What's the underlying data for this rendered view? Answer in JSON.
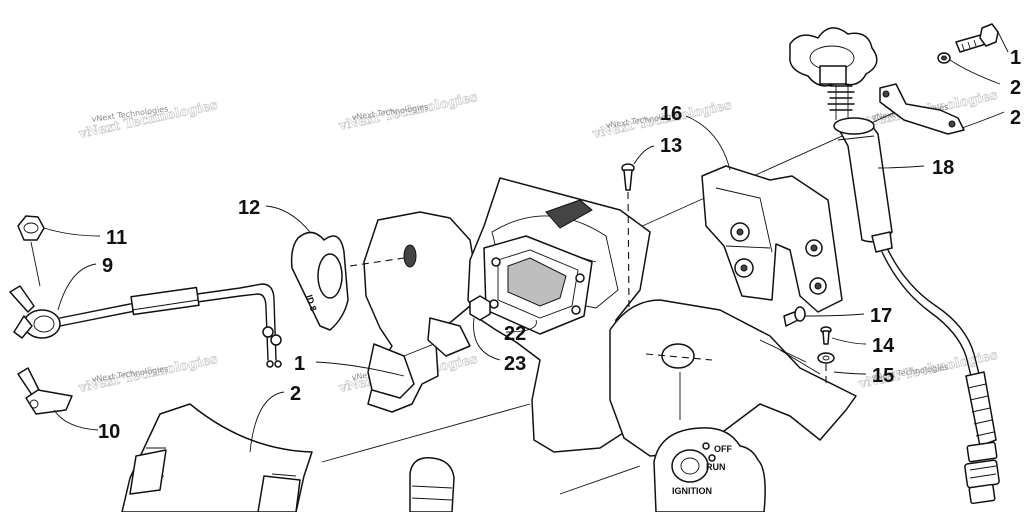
{
  "watermark_text": "vNext Technologies",
  "ignition_switch": {
    "off_label": "OFF",
    "run_label": "RUN",
    "ignition_label": "IGNITION"
  },
  "callouts": [
    {
      "id": "c1-top",
      "text": "1"
    },
    {
      "id": "c2-top-washer",
      "text": "2"
    },
    {
      "id": "c2-top-clamp",
      "text": "2"
    },
    {
      "id": "c16",
      "text": "16"
    },
    {
      "id": "c13",
      "text": "13"
    },
    {
      "id": "c18",
      "text": "18"
    },
    {
      "id": "c12",
      "text": "12"
    },
    {
      "id": "c11",
      "text": "11"
    },
    {
      "id": "c9",
      "text": "9"
    },
    {
      "id": "c17",
      "text": "17"
    },
    {
      "id": "c14",
      "text": "14"
    },
    {
      "id": "c15",
      "text": "15"
    },
    {
      "id": "c22",
      "text": "22"
    },
    {
      "id": "c23",
      "text": "23"
    },
    {
      "id": "c1-mid",
      "text": "1"
    },
    {
      "id": "c2-mid",
      "text": "2"
    },
    {
      "id": "c10",
      "text": "10"
    }
  ]
}
